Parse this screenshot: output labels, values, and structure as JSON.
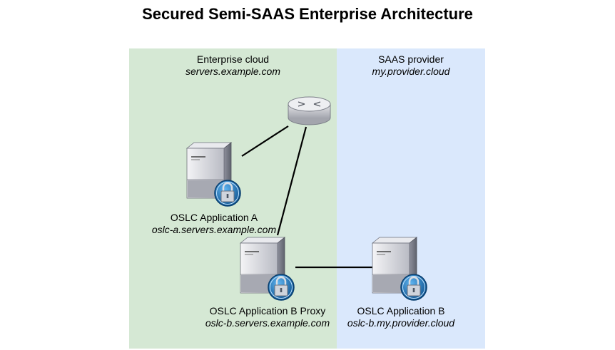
{
  "title": "Secured Semi-SAAS Enterprise Architecture",
  "zones": {
    "enterprise": {
      "name": "Enterprise cloud",
      "host": "servers.example.com"
    },
    "saas": {
      "name": "SAAS provider",
      "host": "my.provider.cloud"
    }
  },
  "nodes": {
    "app_a": {
      "name": "OSLC Application A",
      "host": "oslc-a.servers.example.com"
    },
    "app_b_proxy": {
      "name": "OSLC Application B Proxy",
      "host": "oslc-b.servers.example.com"
    },
    "app_b": {
      "name": "OSLC Application B",
      "host": "oslc-b.my.provider.cloud"
    }
  },
  "colors": {
    "enterprise_zone": "#d5e8d4",
    "saas_zone": "#dae8fc",
    "connector": "#000000",
    "lock_badge": "#1e6fb5"
  },
  "icons": [
    "router-icon",
    "server-icon",
    "lock-icon"
  ]
}
